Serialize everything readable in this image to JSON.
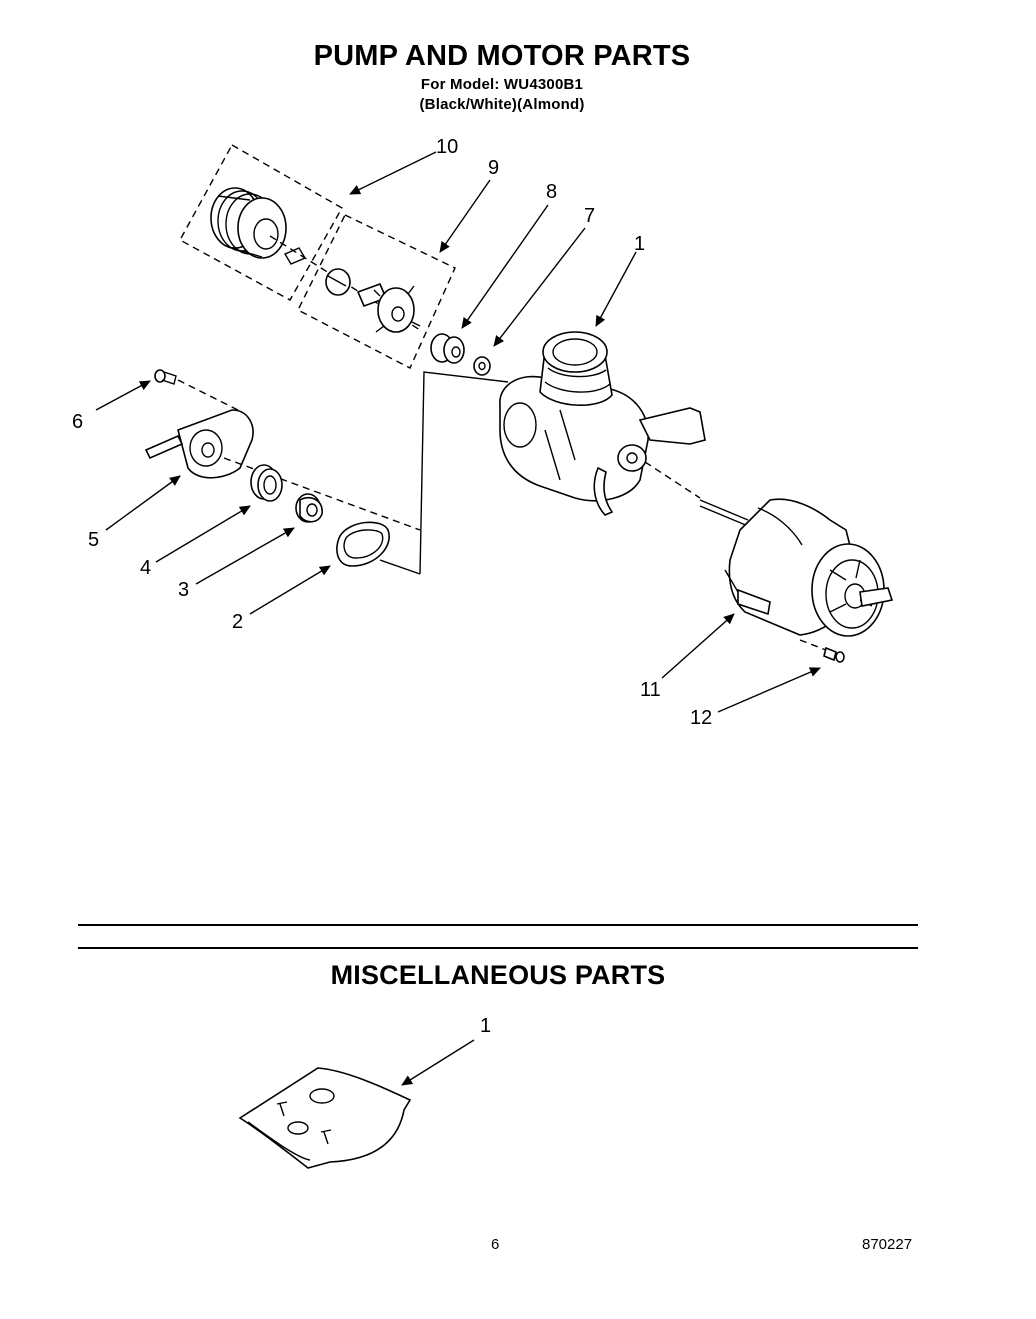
{
  "header": {
    "title": "PUMP AND MOTOR PARTS",
    "model_line": "For Model: WU4300B1",
    "variant_line": "(Black/White)(Almond)"
  },
  "pump_motor_callouts": [
    "10",
    "9",
    "8",
    "7",
    "1",
    "6",
    "5",
    "4",
    "3",
    "2",
    "11",
    "12"
  ],
  "misc_section": {
    "title": "MISCELLANEOUS PARTS",
    "callout": "1"
  },
  "footer": {
    "page_number": "6",
    "doc_code": "870227"
  }
}
